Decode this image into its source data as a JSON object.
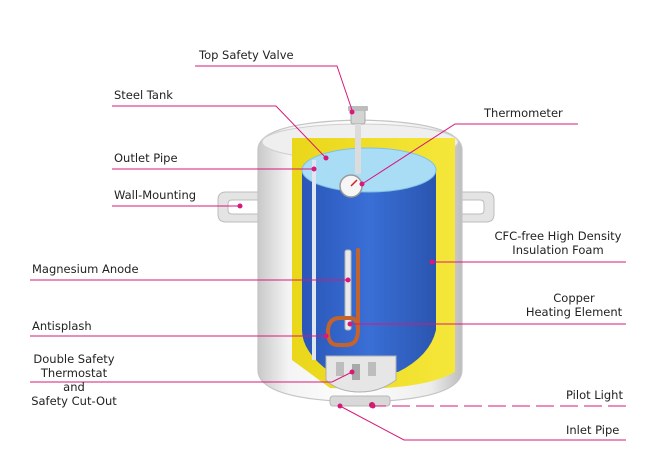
{
  "colors": {
    "leader_line": "#d6197a",
    "dot": "#d6197a",
    "insulation": "#f2e21c",
    "tank_blue": "#2f5fc4",
    "water_top": "#a9dcf5",
    "shell": "#e3e3e3"
  },
  "labels": {
    "top_safety_valve": "Top Safety Valve",
    "steel_tank": "Steel Tank",
    "outlet_pipe": "Outlet Pipe",
    "wall_mounting": "Wall-Mounting",
    "magnesium_anode": "Magnesium Anode",
    "antisplash": "Antisplash",
    "double_safety": [
      "Double Safety",
      "Thermostat",
      "and",
      "Safety Cut-Out"
    ],
    "thermometer": "Thermometer",
    "insulation": [
      "CFC-free High Density",
      "Insulation Foam"
    ],
    "copper": [
      "Copper",
      "Heating Element"
    ],
    "pilot_light": "Pilot Light",
    "inlet_pipe": "Inlet Pipe"
  }
}
